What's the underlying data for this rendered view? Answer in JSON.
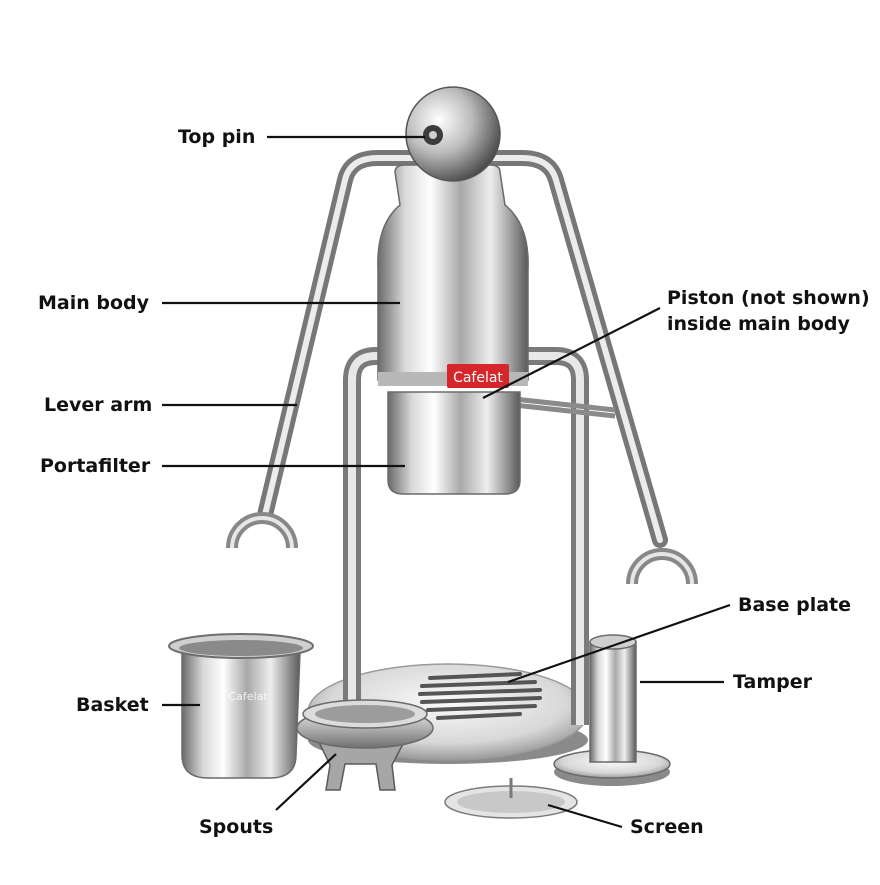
{
  "brand": "Cafelat",
  "basket_brand": "Cafelat",
  "colors": {
    "steel_light": "#f6f6f6",
    "steel_mid": "#bdbdbd",
    "steel_dark": "#5e5e5e",
    "brand_red": "#d6262b",
    "leader": "#111111"
  },
  "labels": {
    "top_pin": "Top pin",
    "main_body": "Main body",
    "lever_arm": "Lever arm",
    "portafilter": "Portafilter",
    "piston_line1": "Piston (not shown)",
    "piston_line2": "inside main body",
    "base_plate": "Base plate",
    "tamper": "Tamper",
    "basket": "Basket",
    "spouts": "Spouts",
    "screen": "Screen"
  }
}
